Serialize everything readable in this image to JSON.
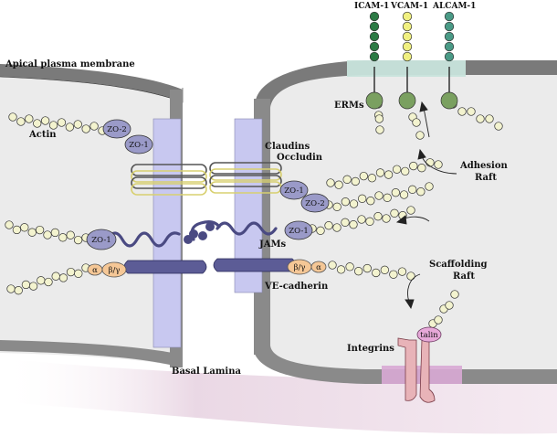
{
  "labels": {
    "apical_membrane": "Apical plasma membrane",
    "actin": "Actin",
    "basal_lamina": "Basal Lamina",
    "claudins": "Claudins",
    "occludin": "Occludin",
    "jams": "JAMs",
    "ve_cadherin": "VE-cadherin",
    "erms": "ERMs",
    "adhesion_raft_1": "Adhesion",
    "adhesion_raft_2": "Raft",
    "scaffolding_raft_1": "Scaffolding",
    "scaffolding_raft_2": "Raft",
    "integrins": "Integrins",
    "icam": "ICAM-1",
    "vcam": "VCAM-1",
    "alcam": "ALCAM-1"
  },
  "molecules": {
    "zo2": "ZO-2",
    "zo1": "ZO-1",
    "alpha": "α",
    "beta_gamma": "β/γ",
    "talin": "talin"
  },
  "colors": {
    "membrane": "#7a7a7a",
    "cytoplasm": "#ebebeb",
    "junction": "#c8c8f0",
    "bead": "#f3f3cf",
    "zo": "#9a9ac8",
    "cadherin": "#5c5c96",
    "catenin": "#f5c796",
    "icam": "#2c7a44",
    "vcam": "#f0f080",
    "alcam": "#4a9a86",
    "integrin": "#e8b3b8",
    "talin": "#e6a8d8",
    "raft_top": "#c8e4dc",
    "raft_bottom": "#d8a8d4",
    "basal": "#e8d4e2"
  }
}
